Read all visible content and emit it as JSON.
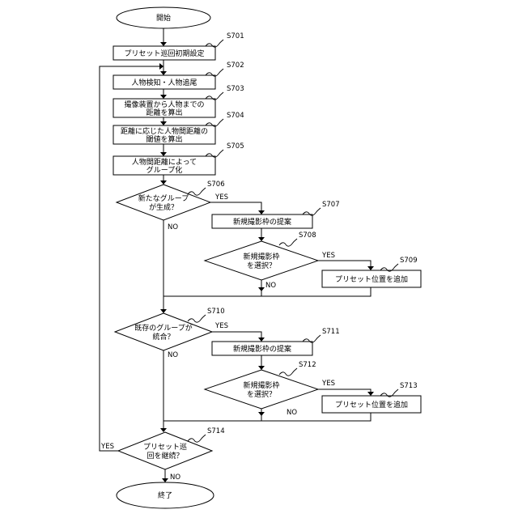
{
  "nodes": {
    "start": "開始",
    "s701": "プリセット巡回初期設定",
    "s702": "人物検知・人物追尾",
    "s703_l1": "撮像装置から人物までの",
    "s703_l2": "距離を算出",
    "s704_l1": "距離に応じた人物間距離の",
    "s704_l2": "閾値を算出",
    "s705_l1": "人物間距離によって",
    "s705_l2": "グループ化",
    "s706_l1": "新たなグループ",
    "s706_l2": "が生成？",
    "s707": "新規撮影枠の提案",
    "s708_l1": "新規撮影枠",
    "s708_l2": "を選択？",
    "s709": "プリセット位置を追加",
    "s710_l1": "既存のグループが",
    "s710_l2": "統合？",
    "s711": "新規撮影枠の提案",
    "s712_l1": "新規撮影枠",
    "s712_l2": "を選択？",
    "s713": "プリセット位置を追加",
    "s714_l1": "プリセット巡",
    "s714_l2": "回を継続？",
    "end": "終了"
  },
  "steps": {
    "s701": "S701",
    "s702": "S702",
    "s703": "S703",
    "s704": "S704",
    "s705": "S705",
    "s706": "S706",
    "s707": "S707",
    "s708": "S708",
    "s709": "S709",
    "s710": "S710",
    "s711": "S711",
    "s712": "S712",
    "s713": "S713",
    "s714": "S714"
  },
  "labels": {
    "yes": "YES",
    "no": "NO"
  }
}
